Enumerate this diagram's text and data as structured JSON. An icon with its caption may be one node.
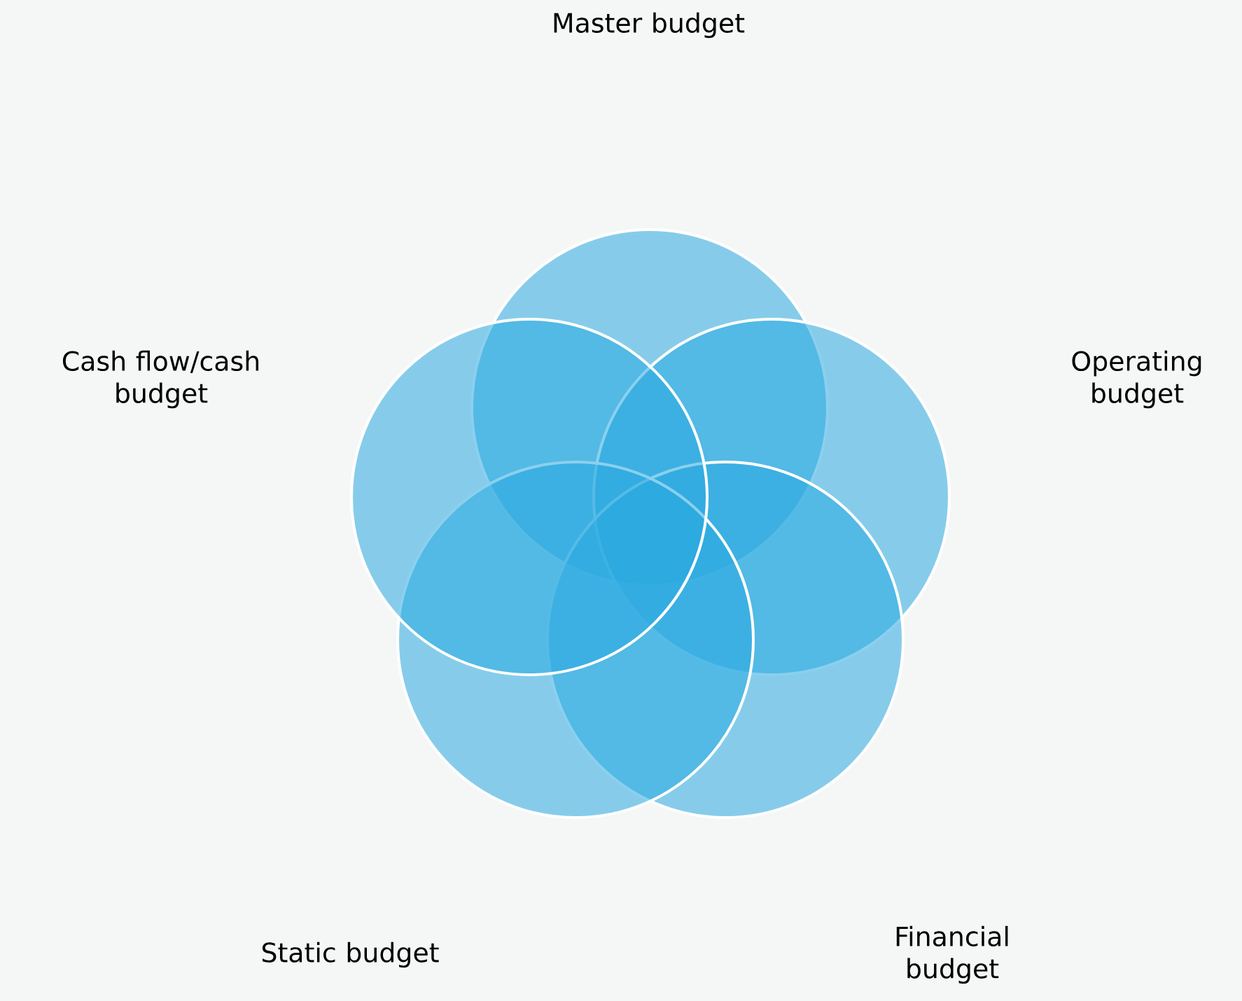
{
  "diagram": {
    "nodes": [
      {
        "text": [],
        "shape": "circle"
      },
      {
        "text": [],
        "shape": "circle"
      },
      {
        "text": [],
        "shape": "circle"
      },
      {
        "text": [],
        "shape": "circle"
      },
      {
        "text": [],
        "shape": "circle"
      }
    ],
    "labels": [
      "Master budget",
      "Cash flow/cash budget",
      "Operating budget",
      "Static budget",
      "Financial budget"
    ]
  }
}
